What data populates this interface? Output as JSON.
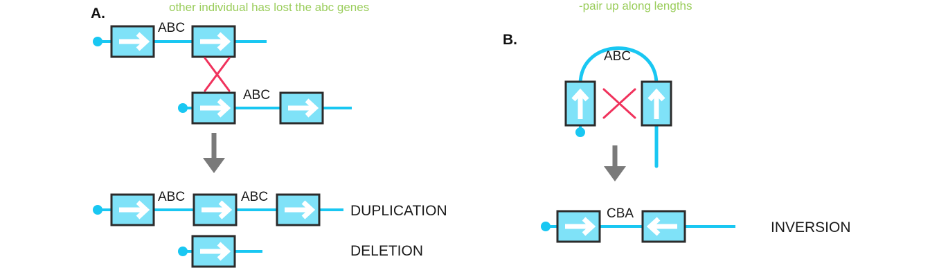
{
  "figure": {
    "background_color": "#ffffff",
    "colors": {
      "chromosome": "#19C7F2",
      "gene_box_fill": "#7FE2F8",
      "gene_box_stroke": "#2b2b2b",
      "crossover": "#F0325C",
      "note_green": "#9ACD5B",
      "arrow_gray": "#7a7a7a",
      "text_black": "#1a1a1a"
    }
  },
  "panels": [
    {
      "id": "panel-a",
      "label": "A.",
      "note": "other individual has lost the abc genes",
      "gene_labels": {
        "top_chromosome": "ABC",
        "bottom_chromosome": "ABC",
        "result_first": "ABC",
        "result_second": "ABC"
      },
      "outcomes": [
        {
          "id": "duplication",
          "label": "DUPLICATION"
        },
        {
          "id": "deletion",
          "label": "DELETION"
        }
      ]
    },
    {
      "id": "panel-b",
      "label": "B.",
      "note": "-pair up along lengths",
      "gene_labels": {
        "loop_top": "ABC",
        "result": "CBA"
      },
      "outcomes": [
        {
          "id": "inversion",
          "label": "INVERSION"
        }
      ]
    }
  ],
  "icons": {
    "gene_arrow_right": "arrow-right-icon",
    "gene_arrow_left": "arrow-left-icon",
    "gene_arrow_up": "arrow-up-icon",
    "process_arrow": "arrow-down-icon",
    "crossover": "crossover-x-icon",
    "centromere": "centromere-dot-icon"
  }
}
